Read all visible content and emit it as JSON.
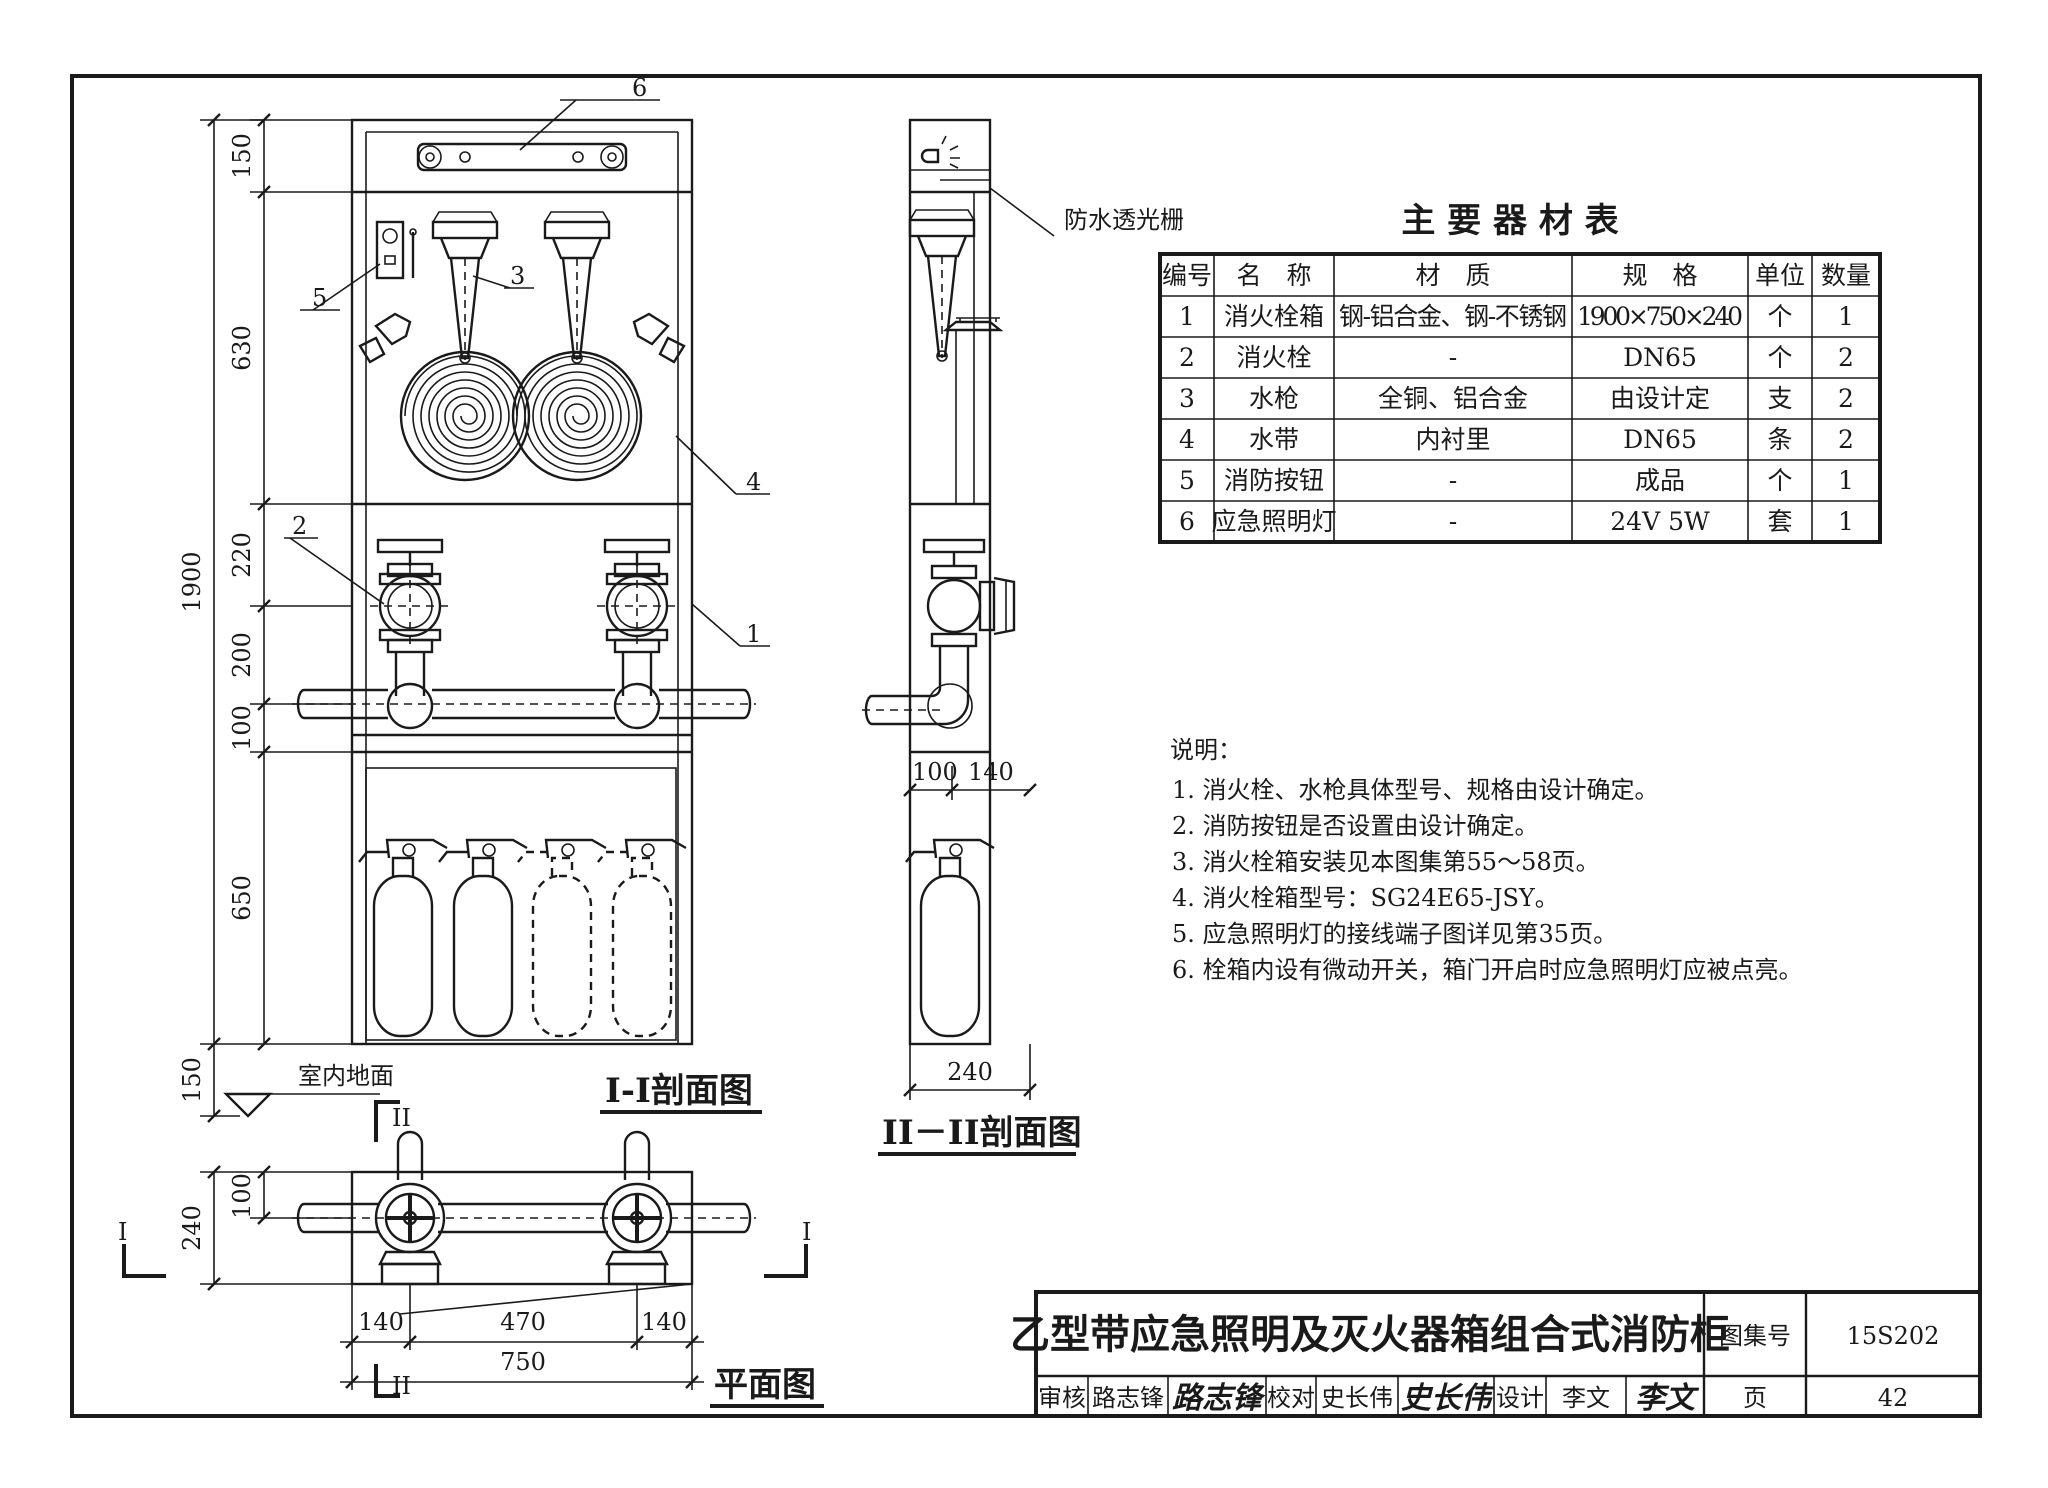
{
  "view1": {
    "dims": [
      "150",
      "630",
      "220",
      "200",
      "100",
      "650",
      "150"
    ],
    "total": "1900",
    "callouts": [
      "6",
      "5",
      "3",
      "4",
      "2",
      "1"
    ],
    "floor_label": "室内地面",
    "title": "I-I剖面图"
  },
  "view2": {
    "label": "防水透光栅",
    "dim_top": [
      "100",
      "140"
    ],
    "dim_bottom": "240",
    "title": "II－II剖面图"
  },
  "plan": {
    "dim_side": [
      "100",
      "240"
    ],
    "dim_h": [
      "140",
      "470",
      "140"
    ],
    "total": "750",
    "cut_marks": [
      "II",
      "I",
      "I",
      "II"
    ],
    "title": "平面图"
  },
  "table": {
    "title": "主 要 器 材 表",
    "headers": [
      "编号",
      "名　称",
      "材　质",
      "规　格",
      "单位",
      "数量"
    ],
    "rows": [
      [
        "1",
        "消火栓箱",
        "钢-铝合金、钢-不锈钢",
        "1900×750×240",
        "个",
        "1"
      ],
      [
        "2",
        "消火栓",
        "-",
        "DN65",
        "个",
        "2"
      ],
      [
        "3",
        "水枪",
        "全铜、铝合金",
        "由设计定",
        "支",
        "2"
      ],
      [
        "4",
        "水带",
        "内衬里",
        "DN65",
        "条",
        "2"
      ],
      [
        "5",
        "消防按钮",
        "-",
        "成品",
        "个",
        "1"
      ],
      [
        "6",
        "应急照明灯",
        "-",
        "24V 5W",
        "套",
        "1"
      ]
    ]
  },
  "notes": {
    "heading": "说明：",
    "items": [
      "1. 消火栓、水枪具体型号、规格由设计确定。",
      "2. 消防按钮是否设置由设计确定。",
      "3. 消火栓箱安装见本图集第55～58页。",
      "4. 消火栓箱型号：SG24E65-JSY。",
      "5. 应急照明灯的接线端子图详见第35页。",
      "6. 栓箱内设有微动开关，箱门开启时应急照明灯应被点亮。"
    ]
  },
  "title_block": {
    "title": "乙型带应急照明及灭火器箱组合式消防柜",
    "atlas_label": "图集号",
    "atlas_no": "15S202",
    "review_label": "审核",
    "reviewer": "路志锋",
    "reviewer_sig": "路志锋",
    "check_label": "校对",
    "checker": "史长伟",
    "checker_sig": "史长伟",
    "design_label": "设计",
    "designer": "李文",
    "designer_sig": "李文",
    "page_label": "页",
    "page_no": "42"
  }
}
